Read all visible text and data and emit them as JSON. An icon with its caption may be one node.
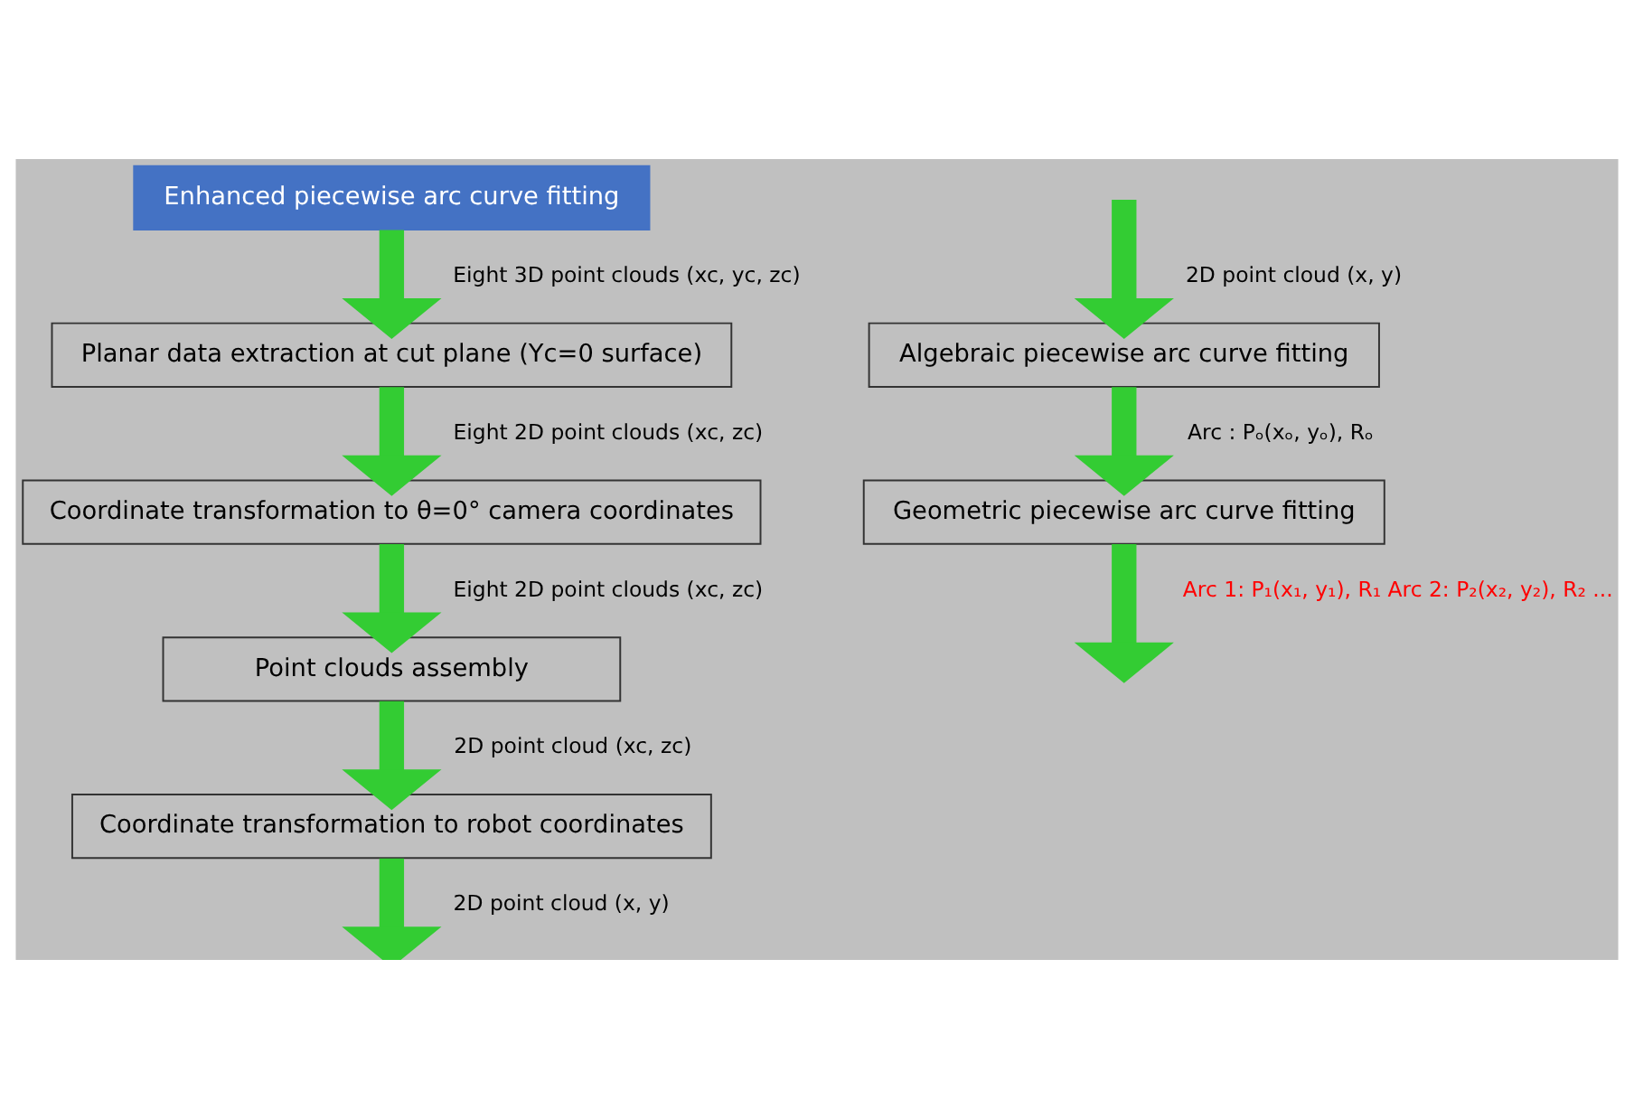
{
  "diagram": {
    "nodes": [
      {
        "text": [
          "Enhanced piecewise arc curve fitting"
        ]
      },
      {
        "text": [
          "Planar data extraction at cut plane (Yc=0 surface)"
        ]
      },
      {
        "text": [
          "Coordinate transformation to θ=0° camera coordinates"
        ]
      },
      {
        "text": [
          "Point clouds assembly"
        ]
      },
      {
        "text": [
          "Coordinate transformation to robot coordinates"
        ]
      },
      {
        "text": [
          "Algebraic piecewise arc curve fitting"
        ]
      },
      {
        "text": [
          "Geometric piecewise arc curve fitting"
        ]
      }
    ],
    "edges": [
      {
        "from": 0,
        "to": 1,
        "arrow": "to",
        "label": "Eight 3D point clouds (xc, yc, zc)"
      },
      {
        "from": 1,
        "to": 2,
        "arrow": "to",
        "label": "Eight 2D point clouds (xc, zc)"
      },
      {
        "from": 2,
        "to": 3,
        "arrow": "to",
        "label": "Eight 2D point clouds (xc, zc)"
      },
      {
        "from": 3,
        "to": 4,
        "arrow": "to",
        "label": "2D point cloud (xc, zc)"
      },
      {
        "from": 4,
        "to": null,
        "arrow": "to",
        "label": "2D point cloud (x, y)"
      },
      {
        "from": null,
        "to": 5,
        "arrow": "to",
        "label": "2D point cloud (x, y)"
      },
      {
        "from": 5,
        "to": 6,
        "arrow": "to",
        "label": "Arc : Pₒ(xₒ, yₒ), Rₒ"
      },
      {
        "from": 6,
        "to": null,
        "arrow": "to",
        "label": "Arc 1: P₁(x₁, y₁), R₁ Arc 2: P₂(x₂, y₂), R₂ ..."
      }
    ]
  }
}
